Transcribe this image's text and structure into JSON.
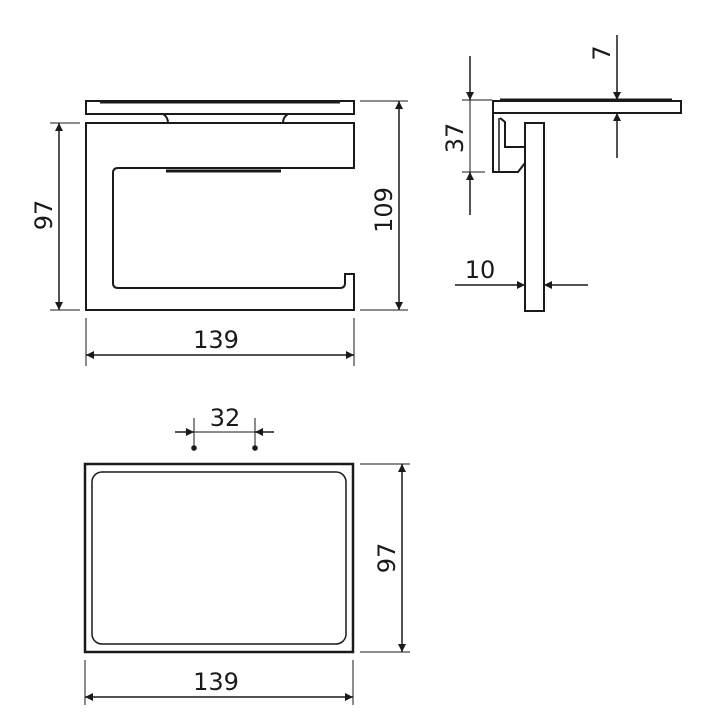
{
  "drawing": {
    "type": "technical dimension drawing",
    "views": [
      {
        "name": "front-view",
        "dimensions": {
          "width": "139",
          "body_height": "97",
          "total_height": "109"
        }
      },
      {
        "name": "side-view",
        "dimensions": {
          "shelf_thickness": "7",
          "bracket_height": "37",
          "arm_thickness": "10"
        }
      },
      {
        "name": "top-view",
        "dimensions": {
          "hole_spacing": "32",
          "width": "139",
          "depth": "97"
        }
      }
    ]
  },
  "labels": {
    "front_width": "139",
    "front_height": "97",
    "front_total_height": "109",
    "side_shelf_thickness": "7",
    "side_bracket_height": "37",
    "side_arm_thickness": "10",
    "top_hole_spacing": "32",
    "top_width": "139",
    "top_depth": "97"
  },
  "colors": {
    "line": "#1a1a1a",
    "background": "#ffffff"
  }
}
